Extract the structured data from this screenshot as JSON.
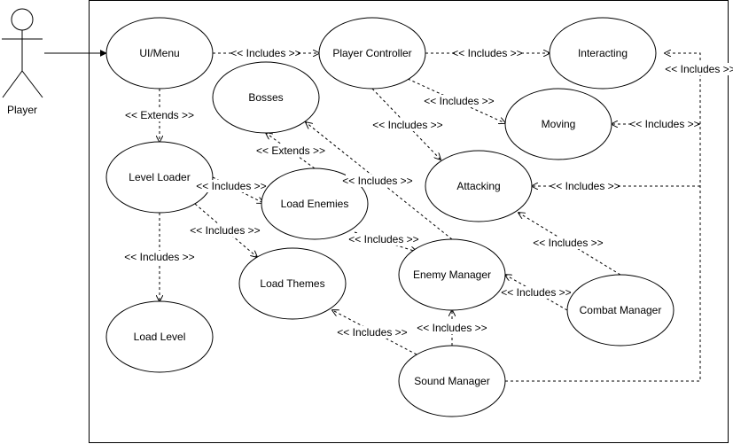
{
  "actor": {
    "label": "Player"
  },
  "use_cases": {
    "ui_menu": "UI/Menu",
    "player_controller": "Player Controller",
    "interacting": "Interacting",
    "bosses": "Bosses",
    "moving": "Moving",
    "level_loader": "Level Loader",
    "load_enemies": "Load Enemies",
    "attacking": "Attacking",
    "load_themes": "Load Themes",
    "enemy_manager": "Enemy Manager",
    "combat_manager": "Combat Manager",
    "load_level": "Load Level",
    "sound_manager": "Sound Manager"
  },
  "relations": {
    "includes": "<< Includes >>",
    "extends": "<< Extends >>"
  }
}
